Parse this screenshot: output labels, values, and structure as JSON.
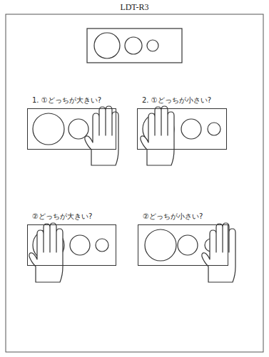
{
  "diagram": {
    "title": "LDT-R3",
    "nodes": [
      {
        "text": [
          "1. ①どっちが大きい?"
        ]
      },
      {
        "text": [
          "2. ①どっちが小さい?"
        ]
      },
      {
        "text": [
          "②どっちが大きい?"
        ]
      },
      {
        "text": [
          "②どっちが小さい?"
        ]
      }
    ]
  }
}
